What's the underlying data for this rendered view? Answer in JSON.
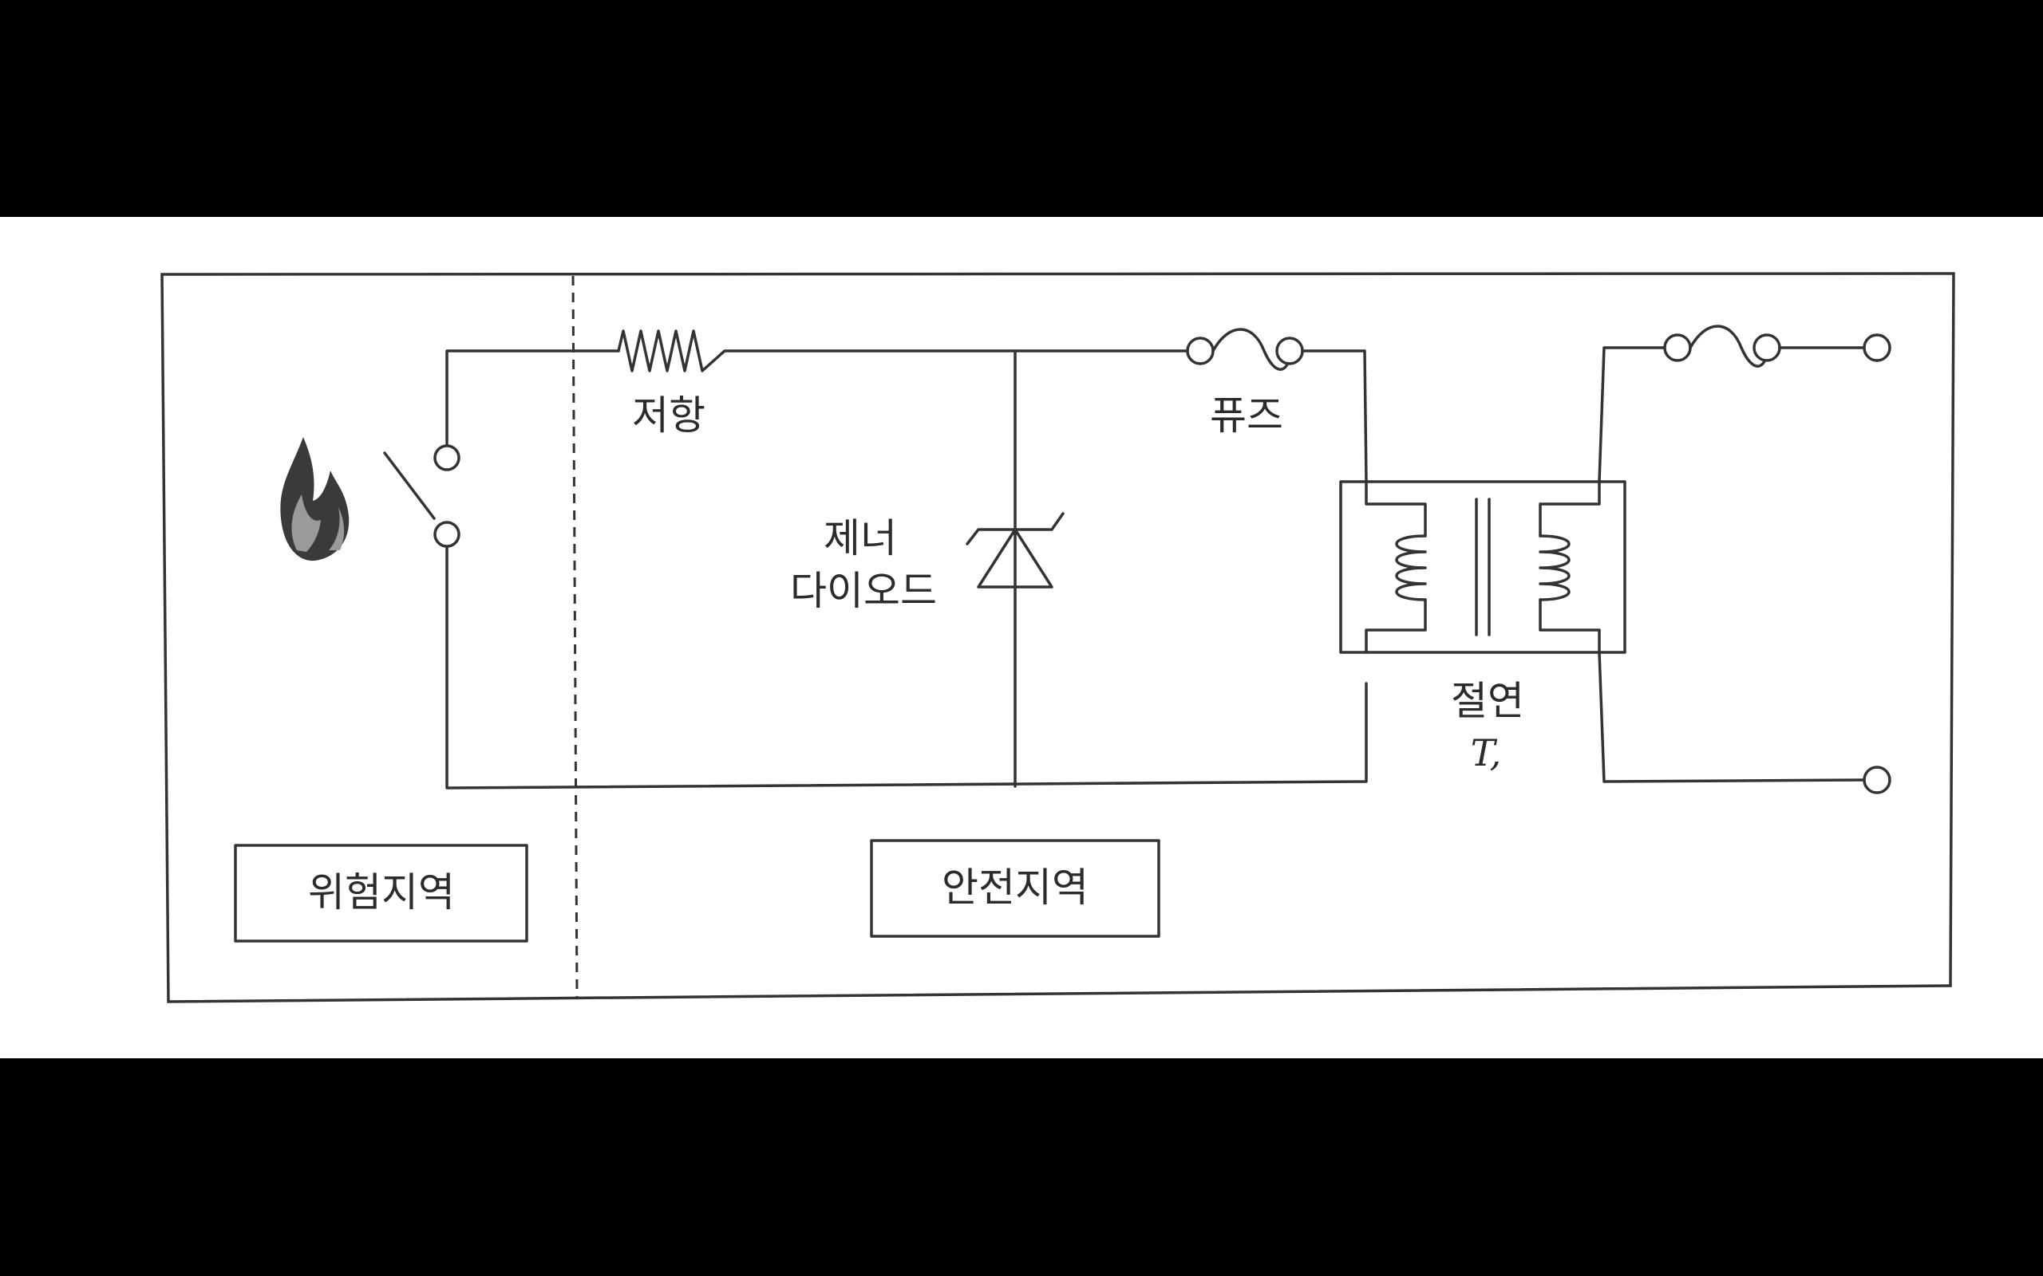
{
  "diagram": {
    "colors": {
      "background_band": "#000000",
      "paper": "#ffffff",
      "ink": "#333333",
      "flame_dark": "#3a3a3a",
      "flame_mid": "#9a9a9a"
    },
    "labels": {
      "resistor": "저항",
      "fuse": "퓨즈",
      "zener_line1": "제너",
      "zener_line2": "다이오드",
      "isolation": "절연",
      "transformer": "T,",
      "hazard_zone": "위험지역",
      "safe_zone": "안전지역"
    },
    "icons": {
      "hazard": "flame-icon",
      "switch": "switch-symbol",
      "resistor": "resistor-symbol",
      "zener": "zener-diode-symbol",
      "fuse": "fuse-symbol",
      "transformer": "transformer-symbol"
    }
  }
}
